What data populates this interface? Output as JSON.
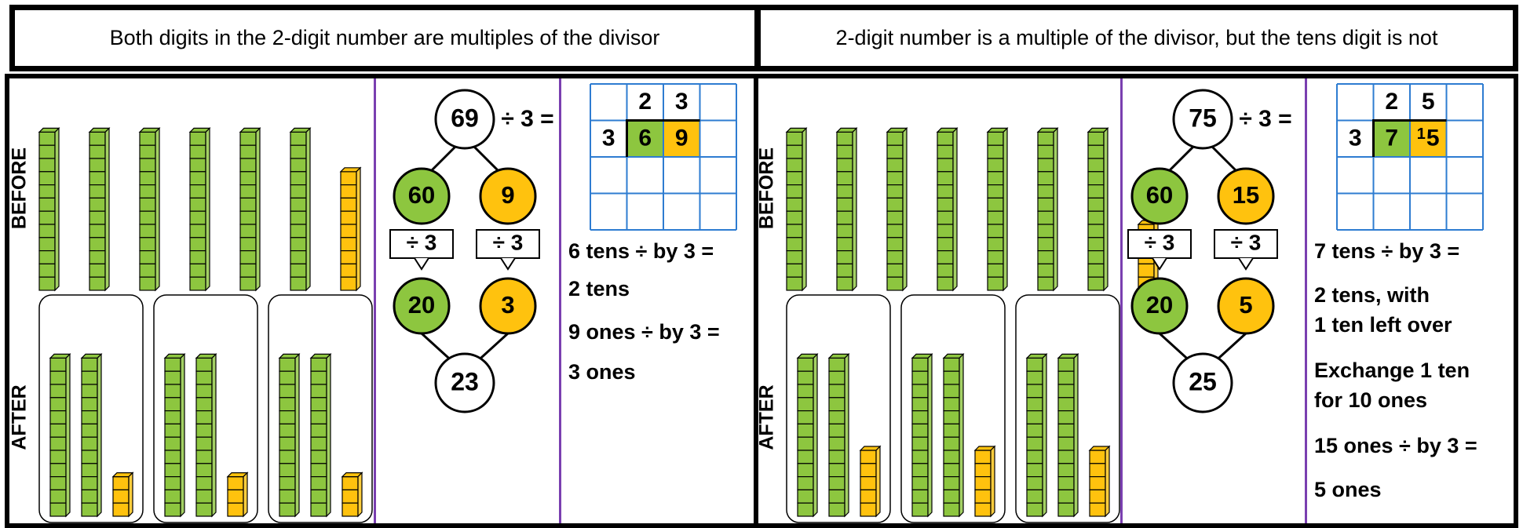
{
  "headers": [
    "Both digits in the 2-digit number are multiples of the divisor",
    "2-digit number is a multiple of the divisor, but the tens digit is not"
  ],
  "panels": [
    {
      "side_labels": {
        "before": "BEFORE",
        "after": "AFTER"
      },
      "before": {
        "tens": 6,
        "ones": 9
      },
      "after_groups": [
        {
          "tens": 2,
          "ones": 3
        },
        {
          "tens": 2,
          "ones": 3
        },
        {
          "tens": 2,
          "ones": 3
        }
      ],
      "diagram": {
        "top": "69",
        "div_label": "÷ 3 =",
        "left": "60",
        "right": "9",
        "op_left": "÷ 3",
        "op_right": "÷ 3",
        "left_result": "20",
        "right_result": "3",
        "bottom": "23"
      },
      "grid": {
        "quotient_tens": "2",
        "quotient_ones": "3",
        "divisor": "3",
        "dividend_tens": "6",
        "dividend_ones": "9",
        "exchange": ""
      },
      "text_lines": [
        "6 tens ÷ by 3 =",
        "2 tens",
        "9 ones ÷ by 3 =",
        "3 ones"
      ]
    },
    {
      "side_labels": {
        "before": "BEFORE",
        "after": "AFTER"
      },
      "before": {
        "tens": 7,
        "ones": 5
      },
      "after_groups": [
        {
          "tens": 2,
          "ones": 5
        },
        {
          "tens": 2,
          "ones": 5
        },
        {
          "tens": 2,
          "ones": 5
        }
      ],
      "diagram": {
        "top": "75",
        "div_label": "÷ 3 =",
        "left": "60",
        "right": "15",
        "op_left": "÷ 3",
        "op_right": "÷ 3",
        "left_result": "20",
        "right_result": "5",
        "bottom": "25"
      },
      "grid": {
        "quotient_tens": "2",
        "quotient_ones": "5",
        "divisor": "3",
        "dividend_tens": "7",
        "dividend_ones": "5",
        "exchange": "1"
      },
      "text_lines": [
        "7 tens ÷ by 3 =",
        "2 tens, with",
        "1 ten left over",
        "Exchange 1 ten",
        "for 10 ones",
        "15 ones ÷ by 3 =",
        "5 ones"
      ]
    }
  ],
  "colors": {
    "green": "#8dc63f",
    "orange": "#ffc20e",
    "grid_blue": "#2e7cd1",
    "divider_purple": "#7a3fb0",
    "border": "#000000"
  }
}
